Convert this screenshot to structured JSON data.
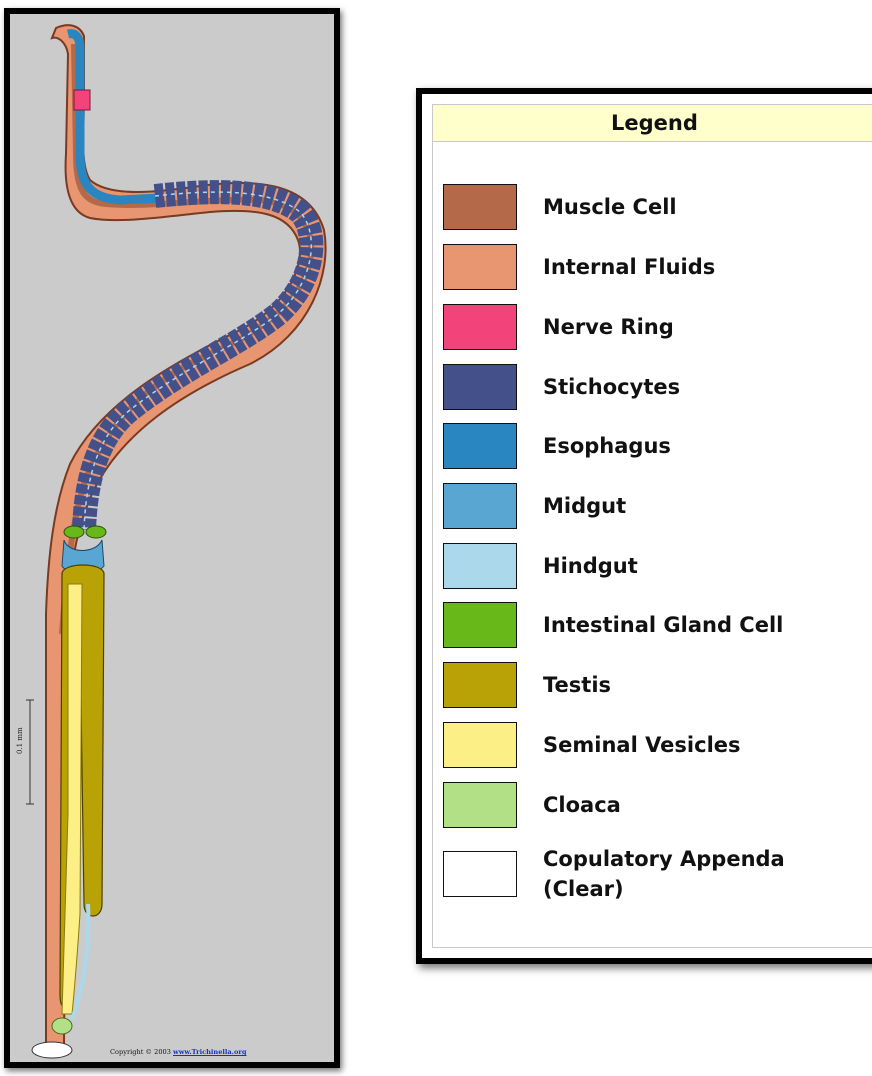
{
  "figure": {
    "copyright_text": "Copyright © 2003 ",
    "copyright_link": "www.Trichinella.org",
    "scale_label": "0.1 mm"
  },
  "legend": {
    "title": "Legend",
    "items": [
      {
        "label": "Muscle Cell",
        "color": "#b46a48"
      },
      {
        "label": "Internal Fluids",
        "color": "#e89672"
      },
      {
        "label": "Nerve Ring",
        "color": "#f2437a"
      },
      {
        "label": "Stichocytes",
        "color": "#44508a"
      },
      {
        "label": "Esophagus",
        "color": "#2a86c0"
      },
      {
        "label": "Midgut",
        "color": "#5aa6d2"
      },
      {
        "label": "Hindgut",
        "color": "#acd8ec"
      },
      {
        "label": "Intestinal Gland Cell",
        "color": "#68b81a"
      },
      {
        "label": "Testis",
        "color": "#b9a206"
      },
      {
        "label": "Seminal Vesicles",
        "color": "#fcef86"
      },
      {
        "label": "Cloaca",
        "color": "#b2e086"
      },
      {
        "label": "Copulatory Appenda\n(Clear)",
        "color": "#ffffff"
      }
    ]
  }
}
